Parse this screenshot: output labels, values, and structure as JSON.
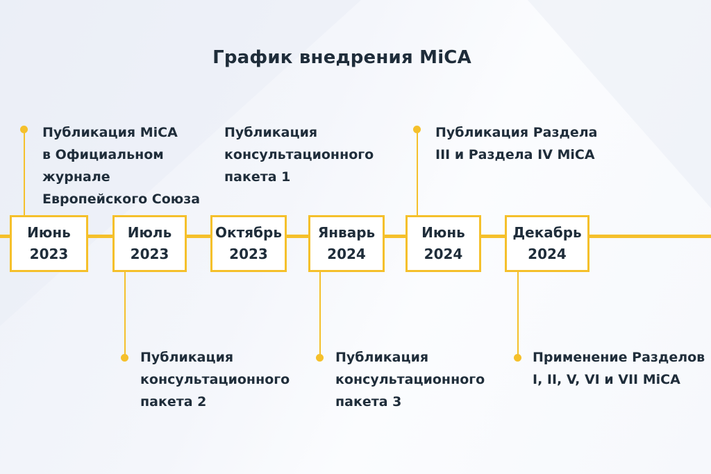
{
  "title": "График внедрения MiCA",
  "colors": {
    "accent": "#f5c02b",
    "text": "#1f2d3a",
    "box_fill": "#ffffff"
  },
  "milestones": [
    {
      "month": "Июнь",
      "year": "2023",
      "side": "top",
      "text": "Публикация MiCA\nв Официальном\nжурнале\nЕвропейского Союза"
    },
    {
      "month": "Июль",
      "year": "2023",
      "side": "bottom",
      "text": "Публикация\nконсультационного\nпакета 2"
    },
    {
      "month": "Октябрь",
      "year": "2023",
      "side": "top",
      "text": "Публикация\nконсультационного\nпакета 1"
    },
    {
      "month": "Январь",
      "year": "2024",
      "side": "bottom",
      "text": "Публикация\nконсультационного\nпакета 3"
    },
    {
      "month": "Июнь",
      "year": "2024",
      "side": "top",
      "text": "Публикация   Раздела\nIII и Раздела IV MiCA"
    },
    {
      "month": "Декабрь",
      "year": "2024",
      "side": "bottom",
      "text": "Применение Разделов\nI, II, V, VI и VII MiCA"
    }
  ]
}
